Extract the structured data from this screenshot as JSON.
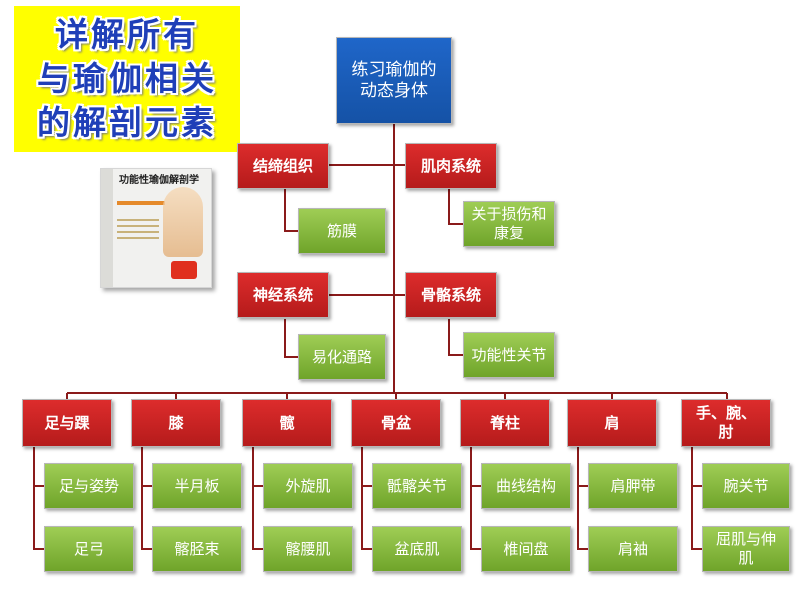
{
  "banner": {
    "lines": [
      "详解所有",
      "与瑜伽相关",
      "的解剖元素"
    ]
  },
  "book": {
    "title": "功能性瑜伽解剖学"
  },
  "diagram": {
    "root": "练习瑜伽的动态身体",
    "systems": [
      {
        "label": "结缔组织",
        "child": "筋膜"
      },
      {
        "label": "肌肉系统",
        "child": "关于损伤和康复"
      },
      {
        "label": "神经系统",
        "child": "易化通路"
      },
      {
        "label": "骨骼系统",
        "child": "功能性关节"
      }
    ],
    "regions": [
      {
        "label": "足与踝",
        "children": [
          "足与姿势",
          "足弓"
        ]
      },
      {
        "label": "膝",
        "children": [
          "半月板",
          "髂胫束"
        ]
      },
      {
        "label": "髋",
        "children": [
          "外旋肌",
          "髂腰肌"
        ]
      },
      {
        "label": "骨盆",
        "children": [
          "骶髂关节",
          "盆底肌"
        ]
      },
      {
        "label": "脊柱",
        "children": [
          "曲线结构",
          "椎间盘"
        ]
      },
      {
        "label": "肩",
        "children": [
          "肩胛带",
          "肩袖"
        ]
      },
      {
        "label": "手、腕、肘",
        "children": [
          "腕关节",
          "屈肌与伸肌"
        ]
      }
    ]
  },
  "colors": {
    "root": "#1f66c9",
    "category": "#c62020",
    "leaf": "#86b840",
    "connector": "#8a1a1a",
    "banner_bg": "#ffff00",
    "banner_text": "#1f3fb8"
  }
}
